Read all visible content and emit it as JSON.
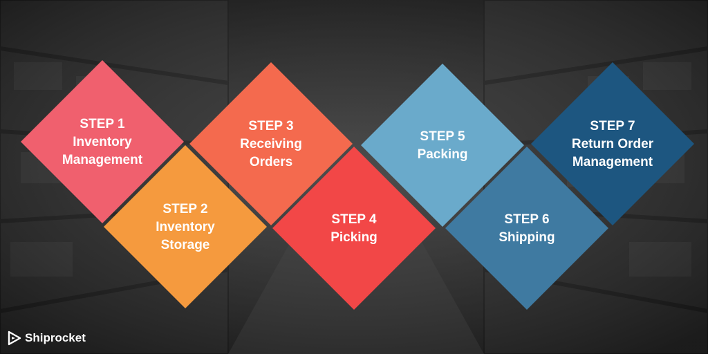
{
  "steps": [
    {
      "id": 1,
      "label": "STEP 1",
      "lines": [
        "Inventory",
        "Management"
      ],
      "color": "#f0606e"
    },
    {
      "id": 2,
      "label": "STEP 2",
      "lines": [
        "Inventory",
        "Storage"
      ],
      "color": "#f59a3e"
    },
    {
      "id": 3,
      "label": "STEP 3",
      "lines": [
        "Receiving",
        "Orders"
      ],
      "color": "#f46a4e"
    },
    {
      "id": 4,
      "label": "STEP 4",
      "lines": [
        "Picking"
      ],
      "color": "#f24747"
    },
    {
      "id": 5,
      "label": "STEP 5",
      "lines": [
        "Packing"
      ],
      "color": "#6aaacb"
    },
    {
      "id": 6,
      "label": "STEP 6",
      "lines": [
        "Shipping"
      ],
      "color": "#3f7aa1"
    },
    {
      "id": 7,
      "label": "STEP 7",
      "lines": [
        "Return Order",
        "Management"
      ],
      "color": "#1d5680"
    }
  ],
  "brand": {
    "name": "Shiprocket",
    "icon": "play-icon"
  }
}
